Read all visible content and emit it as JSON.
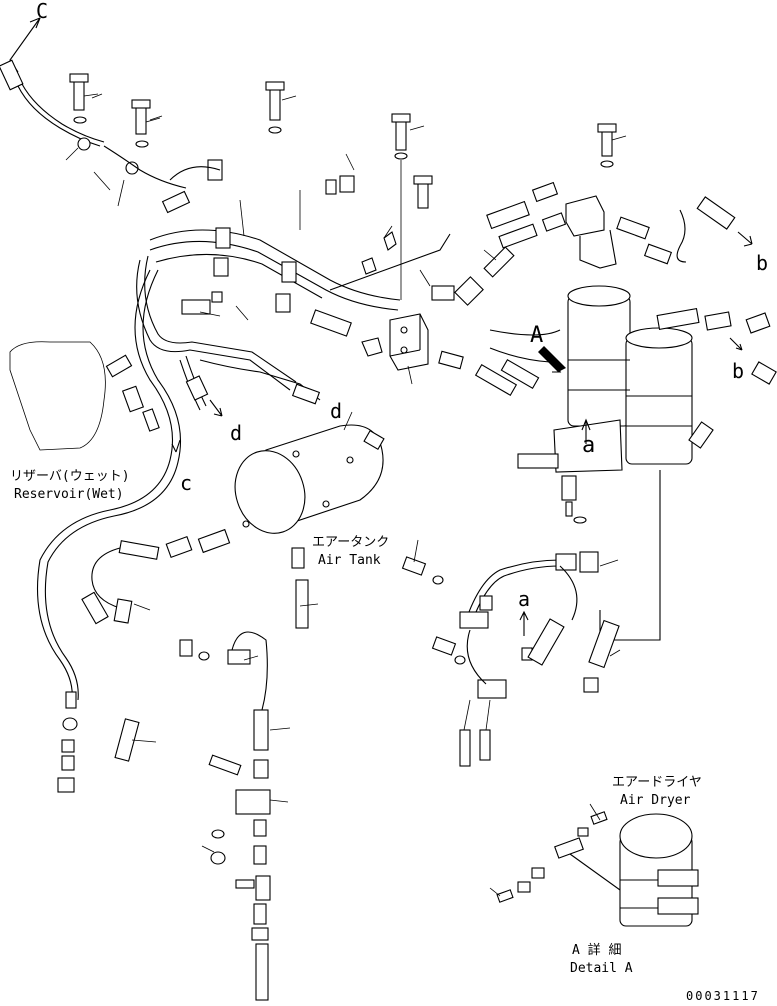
{
  "labels": {
    "reservoir_jp": "リザーバ(ウェット)",
    "reservoir_en": "Reservoir(Wet)",
    "air_tank_jp": "エアータンク",
    "air_tank_en": "Air Tank",
    "air_dryer_jp": "エアードライヤ",
    "air_dryer_en": "Air Dryer",
    "detail_jp": "A 詳 細",
    "detail_en": "Detail A",
    "part_number": "00031117"
  },
  "callouts": {
    "C_upper": "C",
    "A_upper": "A",
    "a_upper": "a",
    "b_upper": "b",
    "b_right": "b",
    "c_lower": "c",
    "d_upper": "d",
    "d_lower": "d",
    "a_lower": "a"
  },
  "colors": {
    "line": "#000000",
    "paper": "#ffffff"
  }
}
